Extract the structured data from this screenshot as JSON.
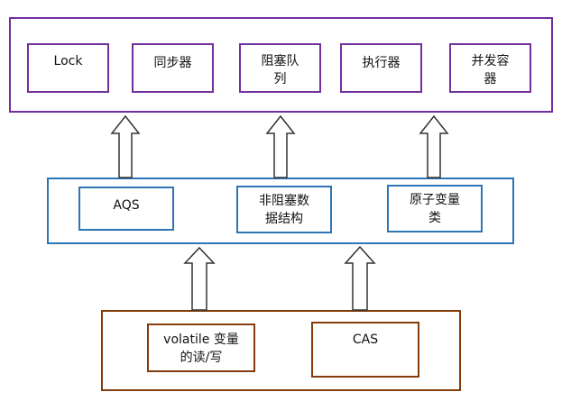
{
  "colors": {
    "top_border": "#7030a0",
    "middle_border": "#2e75b6",
    "bottom_border": "#843c0c",
    "arrow_stroke": "#333333",
    "arrow_fill": "#ffffff"
  },
  "layers": {
    "top": {
      "items": [
        {
          "label": "Lock"
        },
        {
          "label": "同步器"
        },
        {
          "label": "阻塞队\n列"
        },
        {
          "label": "执行器"
        },
        {
          "label": "并发容\n器"
        }
      ]
    },
    "middle": {
      "items": [
        {
          "label": "AQS"
        },
        {
          "label": "非阻塞数\n据结构"
        },
        {
          "label": "原子变量\n类"
        }
      ]
    },
    "bottom": {
      "items": [
        {
          "label": "volatile 变量\n的读/写"
        },
        {
          "label": "CAS"
        }
      ]
    }
  }
}
